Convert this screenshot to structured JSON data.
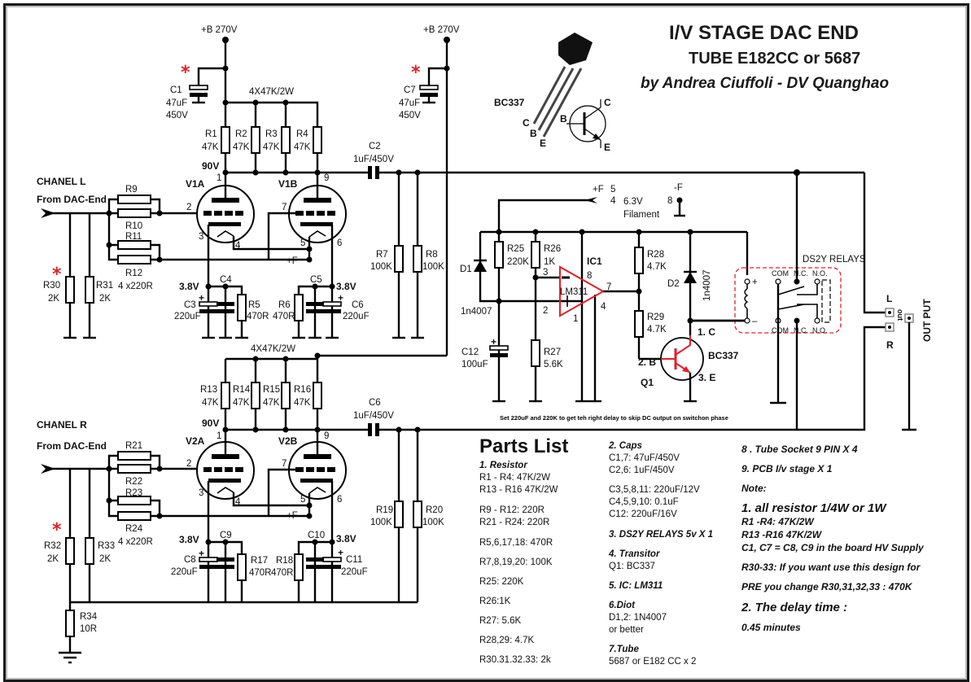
{
  "title": {
    "line1": "I/V STAGE DAC  END",
    "line2": "TUBE E182CC or 5687",
    "line3": "by Andrea Ciuffoli - DV Quanghao"
  },
  "colors": {
    "accent_red": "#e0202a",
    "wire": "#000000"
  },
  "supply": {
    "bplus_left": "+B 270V",
    "bplus_right": "+B 270V",
    "marker": "*"
  },
  "channel_left": {
    "name": "CHANEL L",
    "source": "From DAC-End",
    "anode_volts": "90V",
    "cathode_volts_a": "3.8V",
    "cathode_volts_b": "3.8V",
    "plate_load_label": "4X47K/2W",
    "input_res_label": "4 x220R",
    "tubes": {
      "a": "V1A",
      "b": "V1B"
    },
    "pins": {
      "p1": "1",
      "p2": "2",
      "p3": "3",
      "p4": "4",
      "p5": "5",
      "p6": "6",
      "p7": "7",
      "p9": "9",
      "plusF": "+F"
    },
    "parts": {
      "C1": [
        "C1",
        "47uF",
        "450V"
      ],
      "C7": [
        "C7",
        "47uF",
        "450V"
      ],
      "R1": [
        "R1",
        "47K"
      ],
      "R2": [
        "R2",
        "47K"
      ],
      "R3": [
        "R3",
        "47K"
      ],
      "R4": [
        "R4",
        "47K"
      ],
      "C2": [
        "C2",
        "1uF/450V"
      ],
      "R9": "R9",
      "R10": "R10",
      "R11": "R11",
      "R12": "R12",
      "R30": [
        "R30",
        "2K"
      ],
      "R31": [
        "R31",
        "2K"
      ],
      "C3": [
        "C3",
        "220uF"
      ],
      "C4": "C4",
      "R5": [
        "R5",
        "470R"
      ],
      "R6": [
        "R6",
        "470R"
      ],
      "C5": "C5",
      "C6": [
        "C6",
        "220uF"
      ],
      "R7": [
        "R7",
        "100K"
      ],
      "R8": [
        "R8",
        "100K"
      ]
    }
  },
  "channel_right": {
    "name": "CHANEL R",
    "source": "From DAC-End",
    "anode_volts": "90V",
    "cathode_volts_a": "3.8V",
    "cathode_volts_b": "3.8V",
    "plate_load_label": "4X47K/2W",
    "input_res_label": "4 x220R",
    "tubes": {
      "a": "V2A",
      "b": "V2B"
    },
    "parts": {
      "R13": [
        "R13",
        "47K"
      ],
      "R14": [
        "R14",
        "47K"
      ],
      "R15": [
        "R15",
        "47K"
      ],
      "R16": [
        "R16",
        "47K"
      ],
      "C6": [
        "C6",
        "1uF/450V"
      ],
      "R21": "R21",
      "R22": "R22",
      "R23": "R23",
      "R24": "R24",
      "R32": [
        "R32",
        "2K"
      ],
      "R33": [
        "R33",
        "2K"
      ],
      "R34": [
        "R34",
        "10R"
      ],
      "C8": [
        "C8",
        "220uF"
      ],
      "C9": "C9",
      "R17": [
        "R17",
        "470R"
      ],
      "R18": [
        "R18",
        "470R"
      ],
      "C10": "C10",
      "C11": [
        "C11",
        "220uF"
      ],
      "R19": [
        "R19",
        "100K"
      ],
      "R20": [
        "R20",
        "100K"
      ]
    }
  },
  "delay": {
    "filament": {
      "plusF": "+F",
      "pin5": "5",
      "pin4": "4",
      "volts": "6.3V",
      "label": "Filament",
      "minusF": "-F",
      "pin8": "8"
    },
    "D1": [
      "D1",
      "1n4007"
    ],
    "D2": [
      "D2",
      "1n4007"
    ],
    "R25": [
      "R25",
      "220K"
    ],
    "R26": [
      "R26",
      "1K"
    ],
    "R27": [
      "R27",
      "5.6K"
    ],
    "R28": [
      "R28",
      "4.7K"
    ],
    "R29": [
      "R29",
      "4.7K"
    ],
    "C12": [
      "C12",
      "100uF"
    ],
    "ic": {
      "ref": "IC1",
      "part": "LM311",
      "p1": "1",
      "p2": "2",
      "p3": "3",
      "p4": "4",
      "p7": "7",
      "p8": "8"
    },
    "q1": {
      "ref": "Q1",
      "part": "BC337",
      "c": "1. C",
      "b": "2. B",
      "e": "3. E"
    },
    "note": "Set 220uF and 220K to get teh right delay to skip DC output on switchon phase"
  },
  "relay": {
    "title": "DS2Y RELAYS",
    "com": "COM",
    "nc": "N.C.",
    "no": "N.O.",
    "plus": "+",
    "minus": "–"
  },
  "output": {
    "l": "L",
    "r": "R",
    "out": "out",
    "label": "OUT PUT"
  },
  "bc337_pinout": {
    "name": "BC337",
    "c": "C",
    "b": "B",
    "e": "E"
  },
  "parts_list": {
    "title": "Parts List",
    "sections": [
      {
        "head": "1. Resistor",
        "lines": [
          "R1 - R4: 47K/2W",
          "R13 - R16 47K/2W",
          "R9 - R12: 220R",
          "R21 - R24: 220R",
          "R5,6,17,18: 470R",
          "R7,8,19,20: 100K",
          "R25: 220K",
          "R26:1K",
          "R27: 5.6K",
          "R28,29: 4.7K",
          "R30.31.32.33: 2k"
        ]
      },
      {
        "head": "2. Caps",
        "lines": [
          "C1,7:  47uF/450V",
          "C2,6: 1uF/450V",
          "C3,5,8,11: 220uF/12V",
          "C4,5,9,10:  0.1uF",
          "C12: 220uF/16V"
        ]
      },
      {
        "head": "3. DS2Y RELAYS 5v X 1",
        "lines": []
      },
      {
        "head": "4. Transitor",
        "lines": [
          "Q1:  BC337"
        ]
      },
      {
        "head": "5. IC: LM311",
        "lines": []
      },
      {
        "head": "6.Diot",
        "lines": [
          "D1,2: 1N4007",
          "or better"
        ]
      },
      {
        "head": "7.Tube",
        "lines": [
          "5687 or E182 CC x 2"
        ]
      }
    ]
  },
  "notes": {
    "item8": "8 . Tube Socket 9 PIN X 4",
    "item9": "9. PCB I/v stage X 1",
    "note_head": "Note:",
    "n1": "1. all resistor 1/4W or 1W",
    "n1a": "R1 -R4: 47K/2W",
    "n1b": "R13 -R16 47K/2W",
    "n1c": "C1, C7  = C8, C9 in the board HV Supply",
    "n1d": "R30-33: If you want use this design for",
    "n1e": "PRE you change R30,31,32,33 : 470K",
    "n2": "2. The delay time :",
    "n2v": "0.45 minutes"
  }
}
